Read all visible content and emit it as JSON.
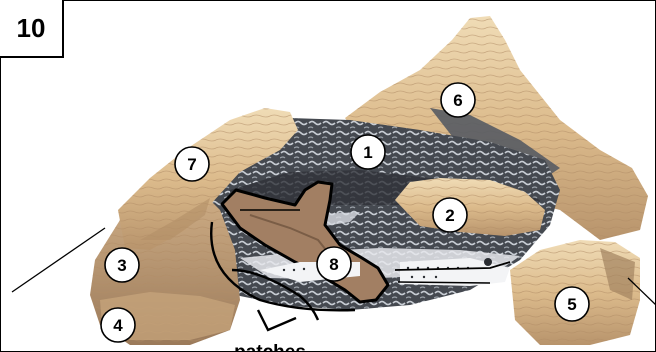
{
  "figure": {
    "step_number": "10",
    "annotation_label": "patches",
    "callouts": [
      "1",
      "2",
      "3",
      "4",
      "5",
      "6",
      "7",
      "8"
    ]
  },
  "colors": {
    "log_light": "#e7c99d",
    "log_mid": "#c9a57c",
    "log_dark": "#a07f5f",
    "grate_dark": "#3f434a",
    "grate_mid": "#6b717a",
    "ember_light": "#c9ced6",
    "callout_fill": "#ffffff",
    "outline": "#000000"
  },
  "icons": {
    "logs": "stacked-log-set-illustration",
    "burner": "ember-burner-pan-illustration"
  }
}
